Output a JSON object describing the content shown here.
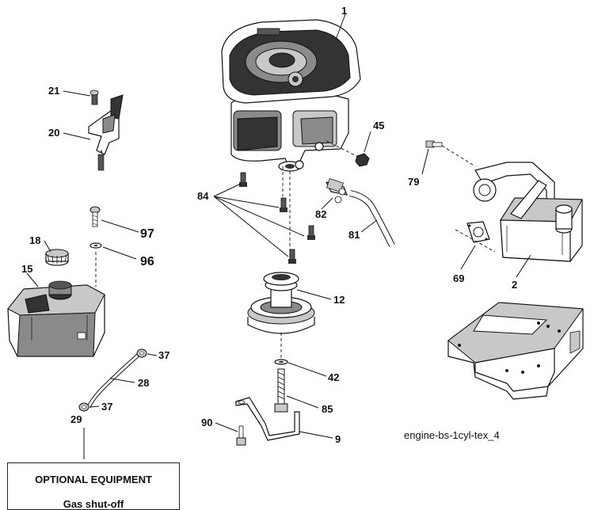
{
  "diagram": {
    "caption": "engine-bs-1cyl-tex_4",
    "optional_box": {
      "title": "OPTIONAL EQUIPMENT",
      "subtitle": "Gas shut-off"
    },
    "callouts": {
      "c1": "1",
      "c2": "2",
      "c9": "9",
      "c12": "12",
      "c15": "15",
      "c18": "18",
      "c20": "20",
      "c21": "21",
      "c28": "28",
      "c29": "29",
      "c37a": "37",
      "c37b": "37",
      "c42": "42",
      "c45": "45",
      "c69": "69",
      "c79": "79",
      "c81": "81",
      "c82": "82",
      "c84": "84",
      "c85": "85",
      "c90": "90",
      "c96": "96",
      "c97": "97"
    }
  },
  "colors": {
    "ink": "#111111",
    "fill_dark": "#333333",
    "fill_mid": "#8a8a8a",
    "fill_light": "#c8c8c8",
    "background": "#ffffff"
  }
}
